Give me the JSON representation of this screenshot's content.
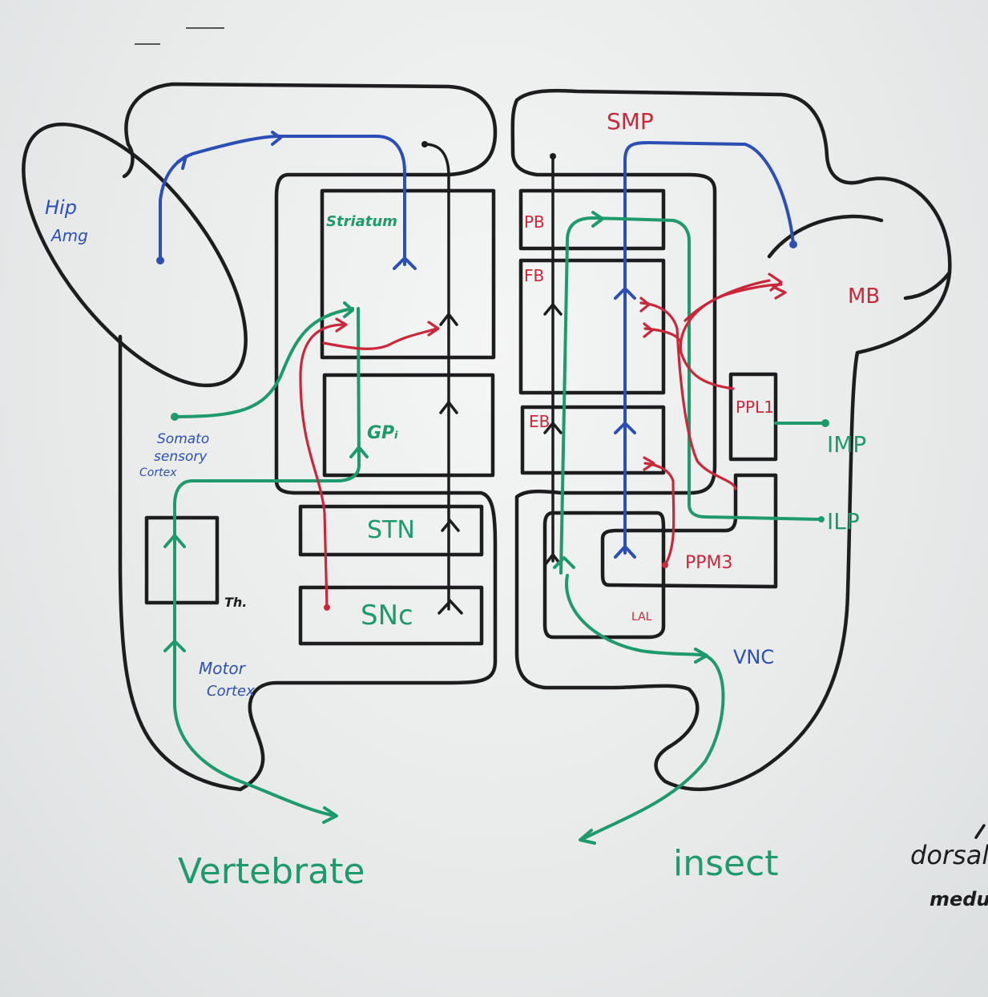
{
  "labels": {
    "hip": "Hip",
    "amg": "Amg",
    "striatum": "Striatum",
    "gpi": "GPᵢ",
    "stn": "STN",
    "snc": "SNc",
    "th": "Th.",
    "somato1": "Somato",
    "somato2": "sensory",
    "somato3": "Cortex",
    "motor1": "Motor",
    "motor2": "Cortex",
    "vertebrate": "Vertebrate",
    "smp": "SMP",
    "pb": "PB",
    "fb": "FB",
    "eb": "EB",
    "mb": "MB",
    "ppl1": "PPL1",
    "imp": "IMP",
    "ilp": "ILP",
    "ppm3": "PPM3",
    "lal": "LAL",
    "vnc": "VNC",
    "insect": "insect",
    "dorsal": "dorsal",
    "medull": "medull"
  },
  "colors": {
    "black": "#1d1d1f",
    "green": "#1e9a6c",
    "blue": "#2c4fb5",
    "red": "#c8283a"
  }
}
